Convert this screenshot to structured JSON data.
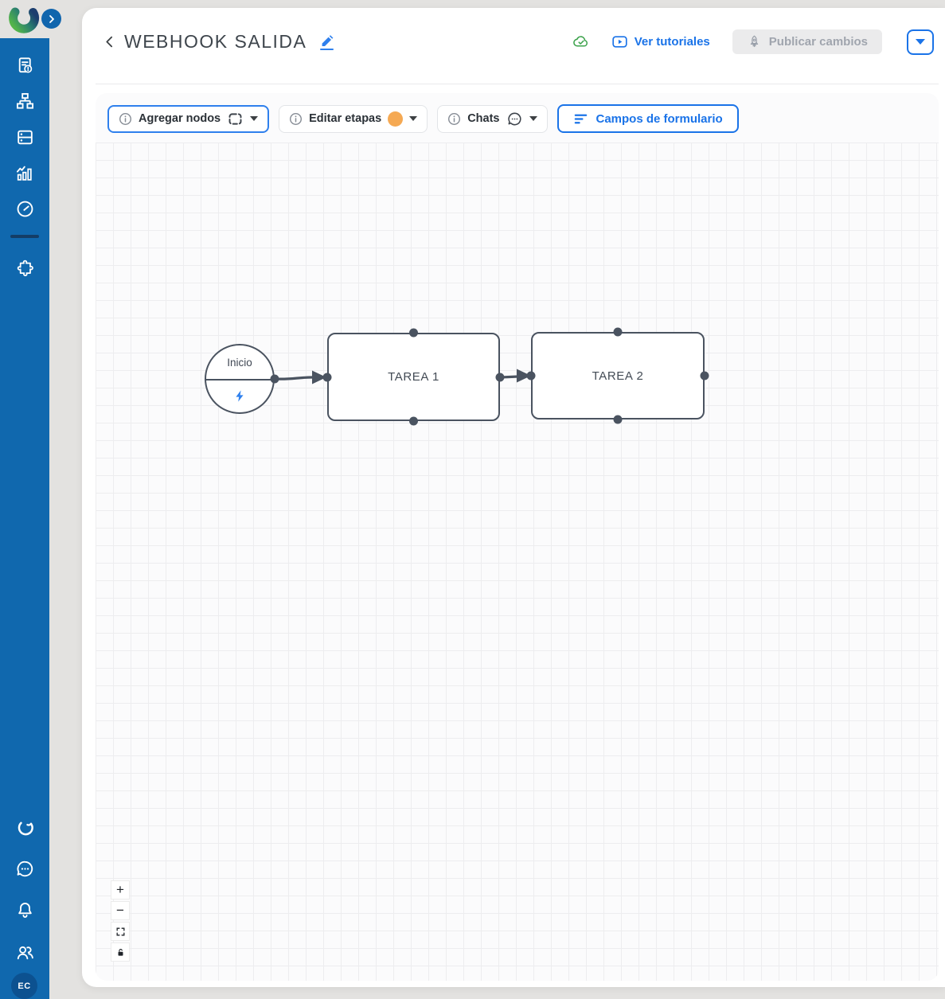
{
  "header": {
    "title": "WEBHOOK SALIDA",
    "tutorials_label": "Ver tutoriales",
    "publish_label": "Publicar cambios"
  },
  "toolbar": {
    "add_nodes_label": "Agregar nodos",
    "edit_stages_label": "Editar etapas",
    "chats_label": "Chats",
    "form_fields_label": "Campos de formulario"
  },
  "canvas": {
    "start_node": {
      "label": "Inicio"
    },
    "task_nodes": [
      {
        "label": "TAREA 1"
      },
      {
        "label": "TAREA 2"
      }
    ],
    "zoom_controls": {
      "zoom_in": "+",
      "zoom_out": "−"
    }
  },
  "sidebar": {
    "avatar_initials": "EC",
    "top_icons": [
      "document-report",
      "sitemap",
      "server",
      "bar-chart",
      "gauge",
      "puzzle"
    ],
    "bottom_icons": [
      "brand-u",
      "chat-bubble",
      "bell",
      "users"
    ]
  },
  "colors": {
    "sidebar_blue": "#1068ae",
    "accent_blue": "#1a73e8",
    "node_border": "#4a5360",
    "stage_orange": "#f5a953",
    "saved_green": "#3ea34d",
    "disabled_text": "#a0a5ae"
  }
}
